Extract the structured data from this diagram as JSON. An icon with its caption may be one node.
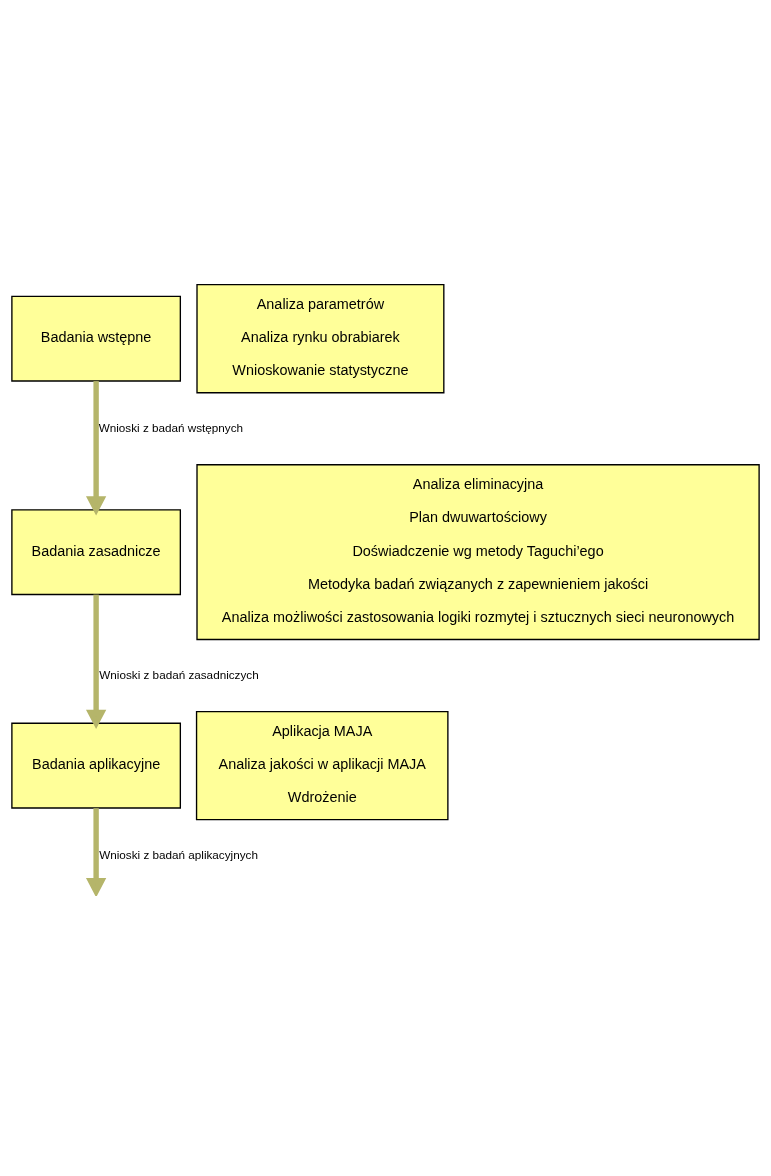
{
  "diagram": {
    "nodes": [
      {
        "text": [
          "Badania wstępne"
        ]
      },
      {
        "text": [
          "Analiza parametrów",
          "Analiza rynku obrabiarek",
          "Wnioskowanie statystyczne"
        ]
      },
      {
        "text": [
          "Badania zasadnicze"
        ]
      },
      {
        "text": [
          "Analiza eliminacyjna",
          "Plan dwuwartościowy",
          "Doświadczenie wg metody Taguchi’ego",
          "Metodyka badań związanych z zapewnieniem jakości",
          "Analiza możliwości zastosowania logiki rozmytej i sztucznych sieci neuronowych"
        ]
      },
      {
        "text": [
          "Badania aplikacyjne"
        ]
      },
      {
        "text": [
          "Aplikacja MAJA",
          "Analiza jakości w aplikacji MAJA",
          "Wdrożenie"
        ]
      }
    ],
    "edges": [
      {
        "from": 0,
        "to": 2,
        "arrow": "to",
        "label": "Wnioski z badań wstępnych"
      },
      {
        "from": 2,
        "to": 4,
        "arrow": "to",
        "label": "Wnioski z badań zasadniczych"
      },
      {
        "from": 4,
        "to": null,
        "arrow": "to",
        "label": "Wnioski z badań aplikacyjnych"
      }
    ]
  }
}
